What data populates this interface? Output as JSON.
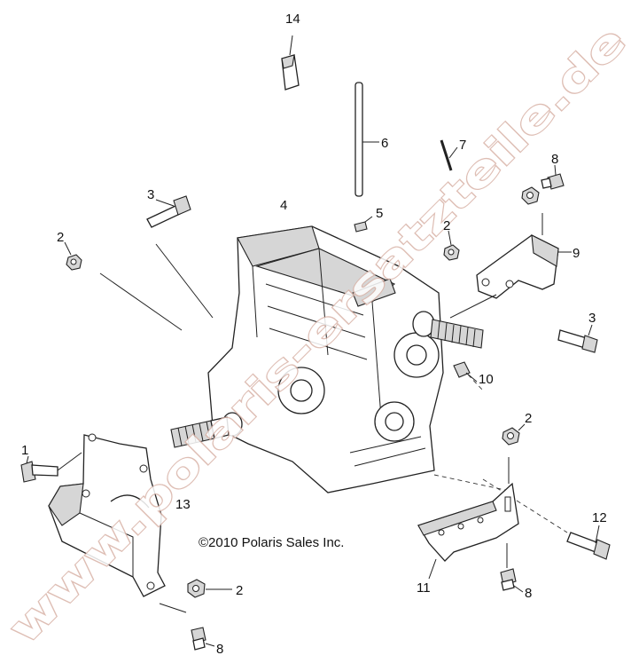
{
  "copyright": "©2010 Polaris Sales Inc.",
  "watermark": "www.polaris-ersatzteile.de",
  "callouts": {
    "c1": "1",
    "c2a": "2",
    "c2b": "2",
    "c2c": "2",
    "c2d": "2",
    "c3a": "3",
    "c3b": "3",
    "c4": "4",
    "c5": "5",
    "c6": "6",
    "c7": "7",
    "c8a": "8",
    "c8b": "8",
    "c8c": "8",
    "c9": "9",
    "c10": "10",
    "c11": "11",
    "c12": "12",
    "c13": "13",
    "c14": "14"
  },
  "colors": {
    "line": "#222222",
    "watermark_outline": "#d9b3a8"
  }
}
